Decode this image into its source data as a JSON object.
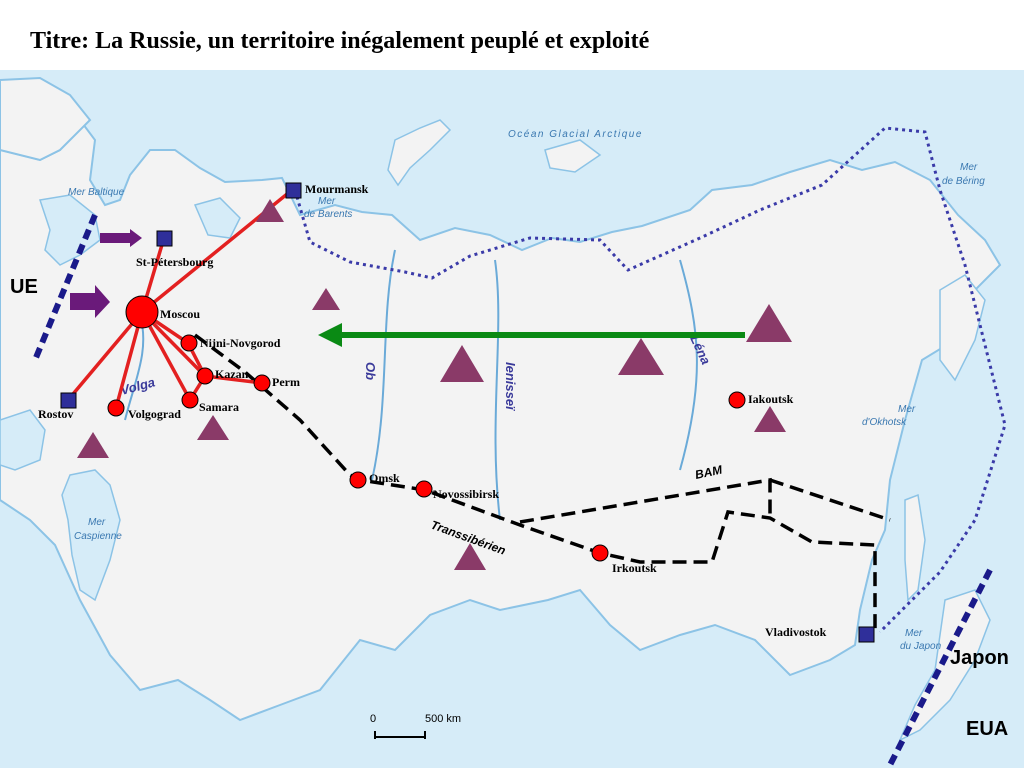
{
  "title": "Titre: La Russie, un territoire inégalement peuplé et exploité",
  "labels": {
    "ocean": "Océan Glacial Arctique",
    "baltic": "Mer Baltique",
    "barents1": "Mer",
    "barents2": "de Barents",
    "bering1": "Mer",
    "bering2": "de Béring",
    "okhotsk1": "Mer",
    "okhotsk2": "d'Okhotsk",
    "caspian1": "Mer",
    "caspian2": "Caspienne",
    "japan_sea1": "Mer",
    "japan_sea2": "du Japon",
    "volga": "Volga",
    "ob": "Ob",
    "ienissei": "Ienisseï",
    "lena": "Léna",
    "bam": "BAM",
    "transsib": "Transsibérien",
    "ue": "UE",
    "japon": "Japon",
    "eua": "EUA",
    "scale_zero": "0",
    "scale_km": "500 km"
  },
  "cities": {
    "mourmansk": "Mourmansk",
    "stpetersbourg": "St-Pétersbourg",
    "moscou": "Moscou",
    "nijni": "Nijni-Novgorod",
    "kazan": "Kazan",
    "perm": "Perm",
    "samara": "Samara",
    "volgograd": "Volgograd",
    "rostov": "Rostov",
    "omsk": "Omsk",
    "novossibirsk": "Novossibirsk",
    "irkoutsk": "Irkoutsk",
    "iakoutsk": "Iakoutsk",
    "vladivostok": "Vladivostok"
  },
  "colors": {
    "land": "#f3f3f3",
    "sea": "#d6ecf8",
    "coast": "#8cc3e6",
    "city": "#ff0000",
    "link": "#e32020",
    "port": "#2f2f9a",
    "triangle": "#8a3a68",
    "arrow_green": "#0a8a14",
    "arrow_purple": "#6a1a7a",
    "border_dotted": "#3a3aa8",
    "dashed_blue": "#1a1a8a",
    "rail": "#000000"
  }
}
